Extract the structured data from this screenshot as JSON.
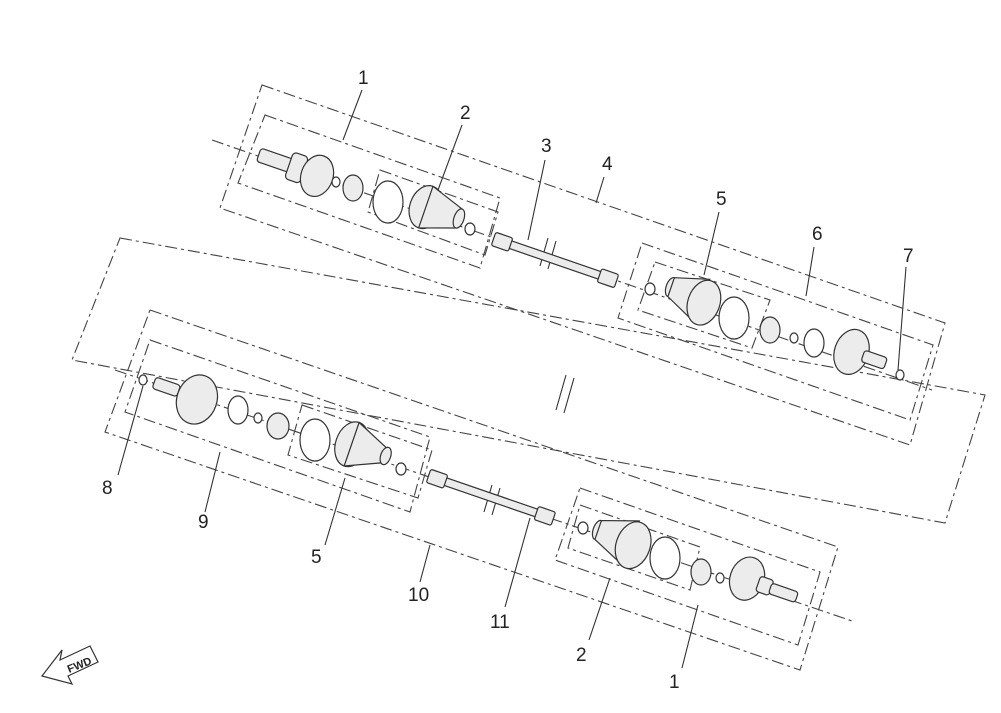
{
  "callouts": [
    {
      "id": "c1a",
      "text": "1"
    },
    {
      "id": "c2a",
      "text": "2"
    },
    {
      "id": "c3",
      "text": "3"
    },
    {
      "id": "c4",
      "text": "4"
    },
    {
      "id": "c5a",
      "text": "5"
    },
    {
      "id": "c6",
      "text": "6"
    },
    {
      "id": "c7",
      "text": "7"
    },
    {
      "id": "c8",
      "text": "8"
    },
    {
      "id": "c9",
      "text": "9"
    },
    {
      "id": "c5b",
      "text": "5"
    },
    {
      "id": "c10",
      "text": "10"
    },
    {
      "id": "c11",
      "text": "11"
    },
    {
      "id": "c2b",
      "text": "2"
    },
    {
      "id": "c1b",
      "text": "1"
    }
  ],
  "fwd_label": "FWD"
}
